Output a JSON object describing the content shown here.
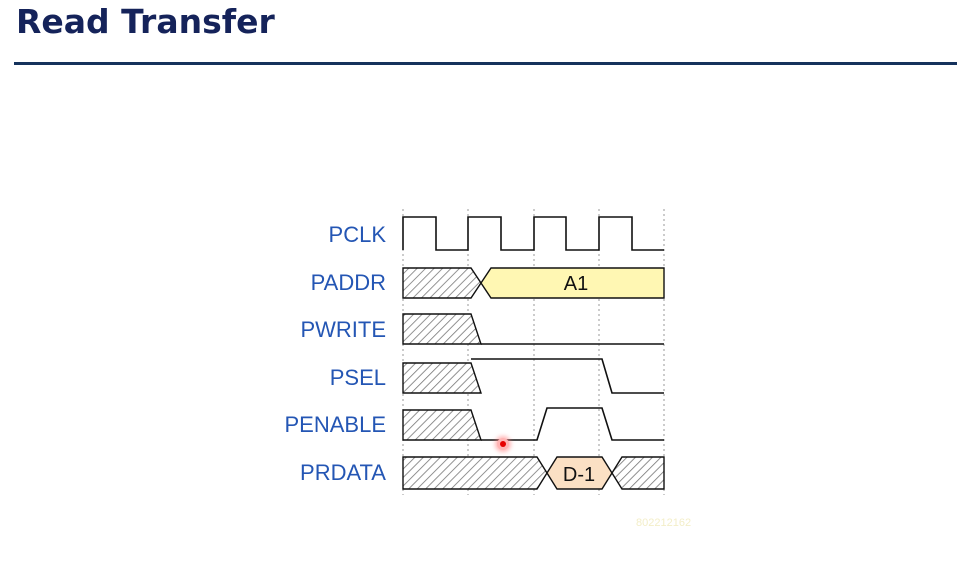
{
  "title": "Read Transfer",
  "signals": {
    "pclk": "PCLK",
    "paddr": "PADDR",
    "pwrite": "PWRITE",
    "psel": "PSEL",
    "penable": "PENABLE",
    "prdata": "PRDATA"
  },
  "bus_values": {
    "address": "A1",
    "data": "D-1"
  },
  "watermark": "802212162",
  "colors": {
    "title": "#15235a",
    "rule": "#15325c",
    "signal_label": "#2456b4",
    "address_fill": "#fff7b3",
    "data_fill": "#fbe0c4",
    "wave": "#111111",
    "grid": "#9a9a9a"
  }
}
